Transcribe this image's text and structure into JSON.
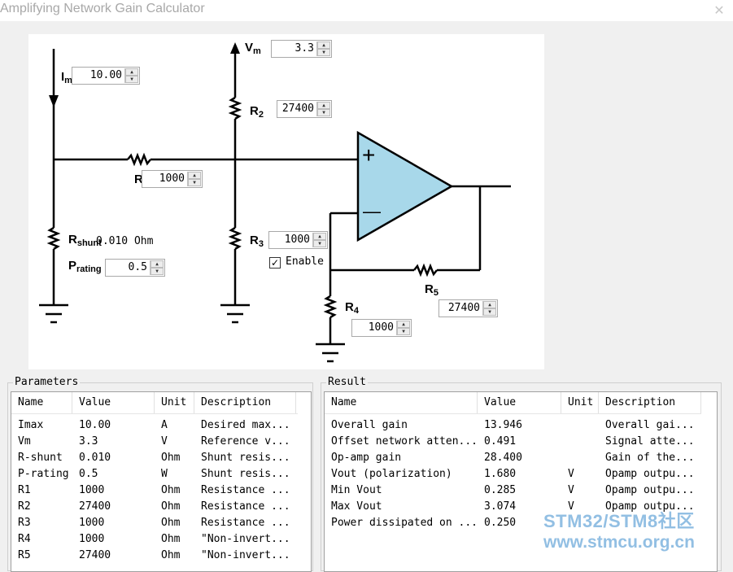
{
  "window": {
    "title": "Amplifying Network Gain Calculator",
    "close_glyph": "✕"
  },
  "circuit": {
    "labels": {
      "im": "I",
      "im_sub": "m",
      "vm": "V",
      "vm_sub": "m",
      "r": "R",
      "r2": "R",
      "r2_sub": "2",
      "r3": "R",
      "r3_sub": "3",
      "r4": "R",
      "r4_sub": "4",
      "r5": "R",
      "r5_sub": "5",
      "rshunt": "R",
      "rshunt_sub": "shunt",
      "prating": "P",
      "prating_sub": "rating",
      "plus": "+",
      "minus": "—"
    },
    "inputs": {
      "im": "10.00",
      "vm": "3.3",
      "r2": "27400",
      "r": "1000",
      "r3": "1000",
      "r4": "1000",
      "r5": "27400",
      "prating": "0.5"
    },
    "rshunt_value": "0.010 Ohm",
    "enable_label": "Enable",
    "enable_checked": true,
    "check_glyph": "✓",
    "spin_up": "▲",
    "spin_down": "▼",
    "opamp_fill": "#a8d8ea"
  },
  "parameters": {
    "title": "Parameters",
    "columns": [
      "Name",
      "Value",
      "Unit",
      "Description"
    ],
    "rows": [
      [
        "Imax",
        "10.00",
        "A",
        "Desired max..."
      ],
      [
        "Vm",
        "3.3",
        "V",
        "Reference v..."
      ],
      [
        "R-shunt",
        "0.010",
        "Ohm",
        "Shunt resis..."
      ],
      [
        "P-rating",
        "0.5",
        "W",
        "Shunt resis..."
      ],
      [
        "R1",
        "1000",
        "Ohm",
        "Resistance ..."
      ],
      [
        "R2",
        "27400",
        "Ohm",
        "Resistance ..."
      ],
      [
        "R3",
        "1000",
        "Ohm",
        "Resistance ..."
      ],
      [
        "R4",
        "1000",
        "Ohm",
        "\"Non-invert..."
      ],
      [
        "R5",
        "27400",
        "Ohm",
        "\"Non-invert..."
      ]
    ]
  },
  "result": {
    "title": "Result",
    "columns": [
      "Name",
      "Value",
      "Unit",
      "Description"
    ],
    "rows": [
      [
        "Overall gain",
        "13.946",
        "",
        "Overall gai..."
      ],
      [
        "Offset network atten...",
        "0.491",
        "",
        "Signal atte..."
      ],
      [
        "Op-amp gain",
        "28.400",
        "",
        "Gain of the..."
      ],
      [
        "Vout (polarization)",
        "1.680",
        "V",
        "Opamp outpu..."
      ],
      [
        "Min Vout",
        "0.285",
        "V",
        "Opamp outpu..."
      ],
      [
        "Max Vout",
        "3.074",
        "V",
        "Opamp outpu..."
      ],
      [
        "Power dissipated on ...",
        "0.250",
        "",
        ""
      ]
    ]
  },
  "watermark": {
    "line1": "STM32/STM8社区",
    "line2": "www.stmcu.org.cn"
  }
}
